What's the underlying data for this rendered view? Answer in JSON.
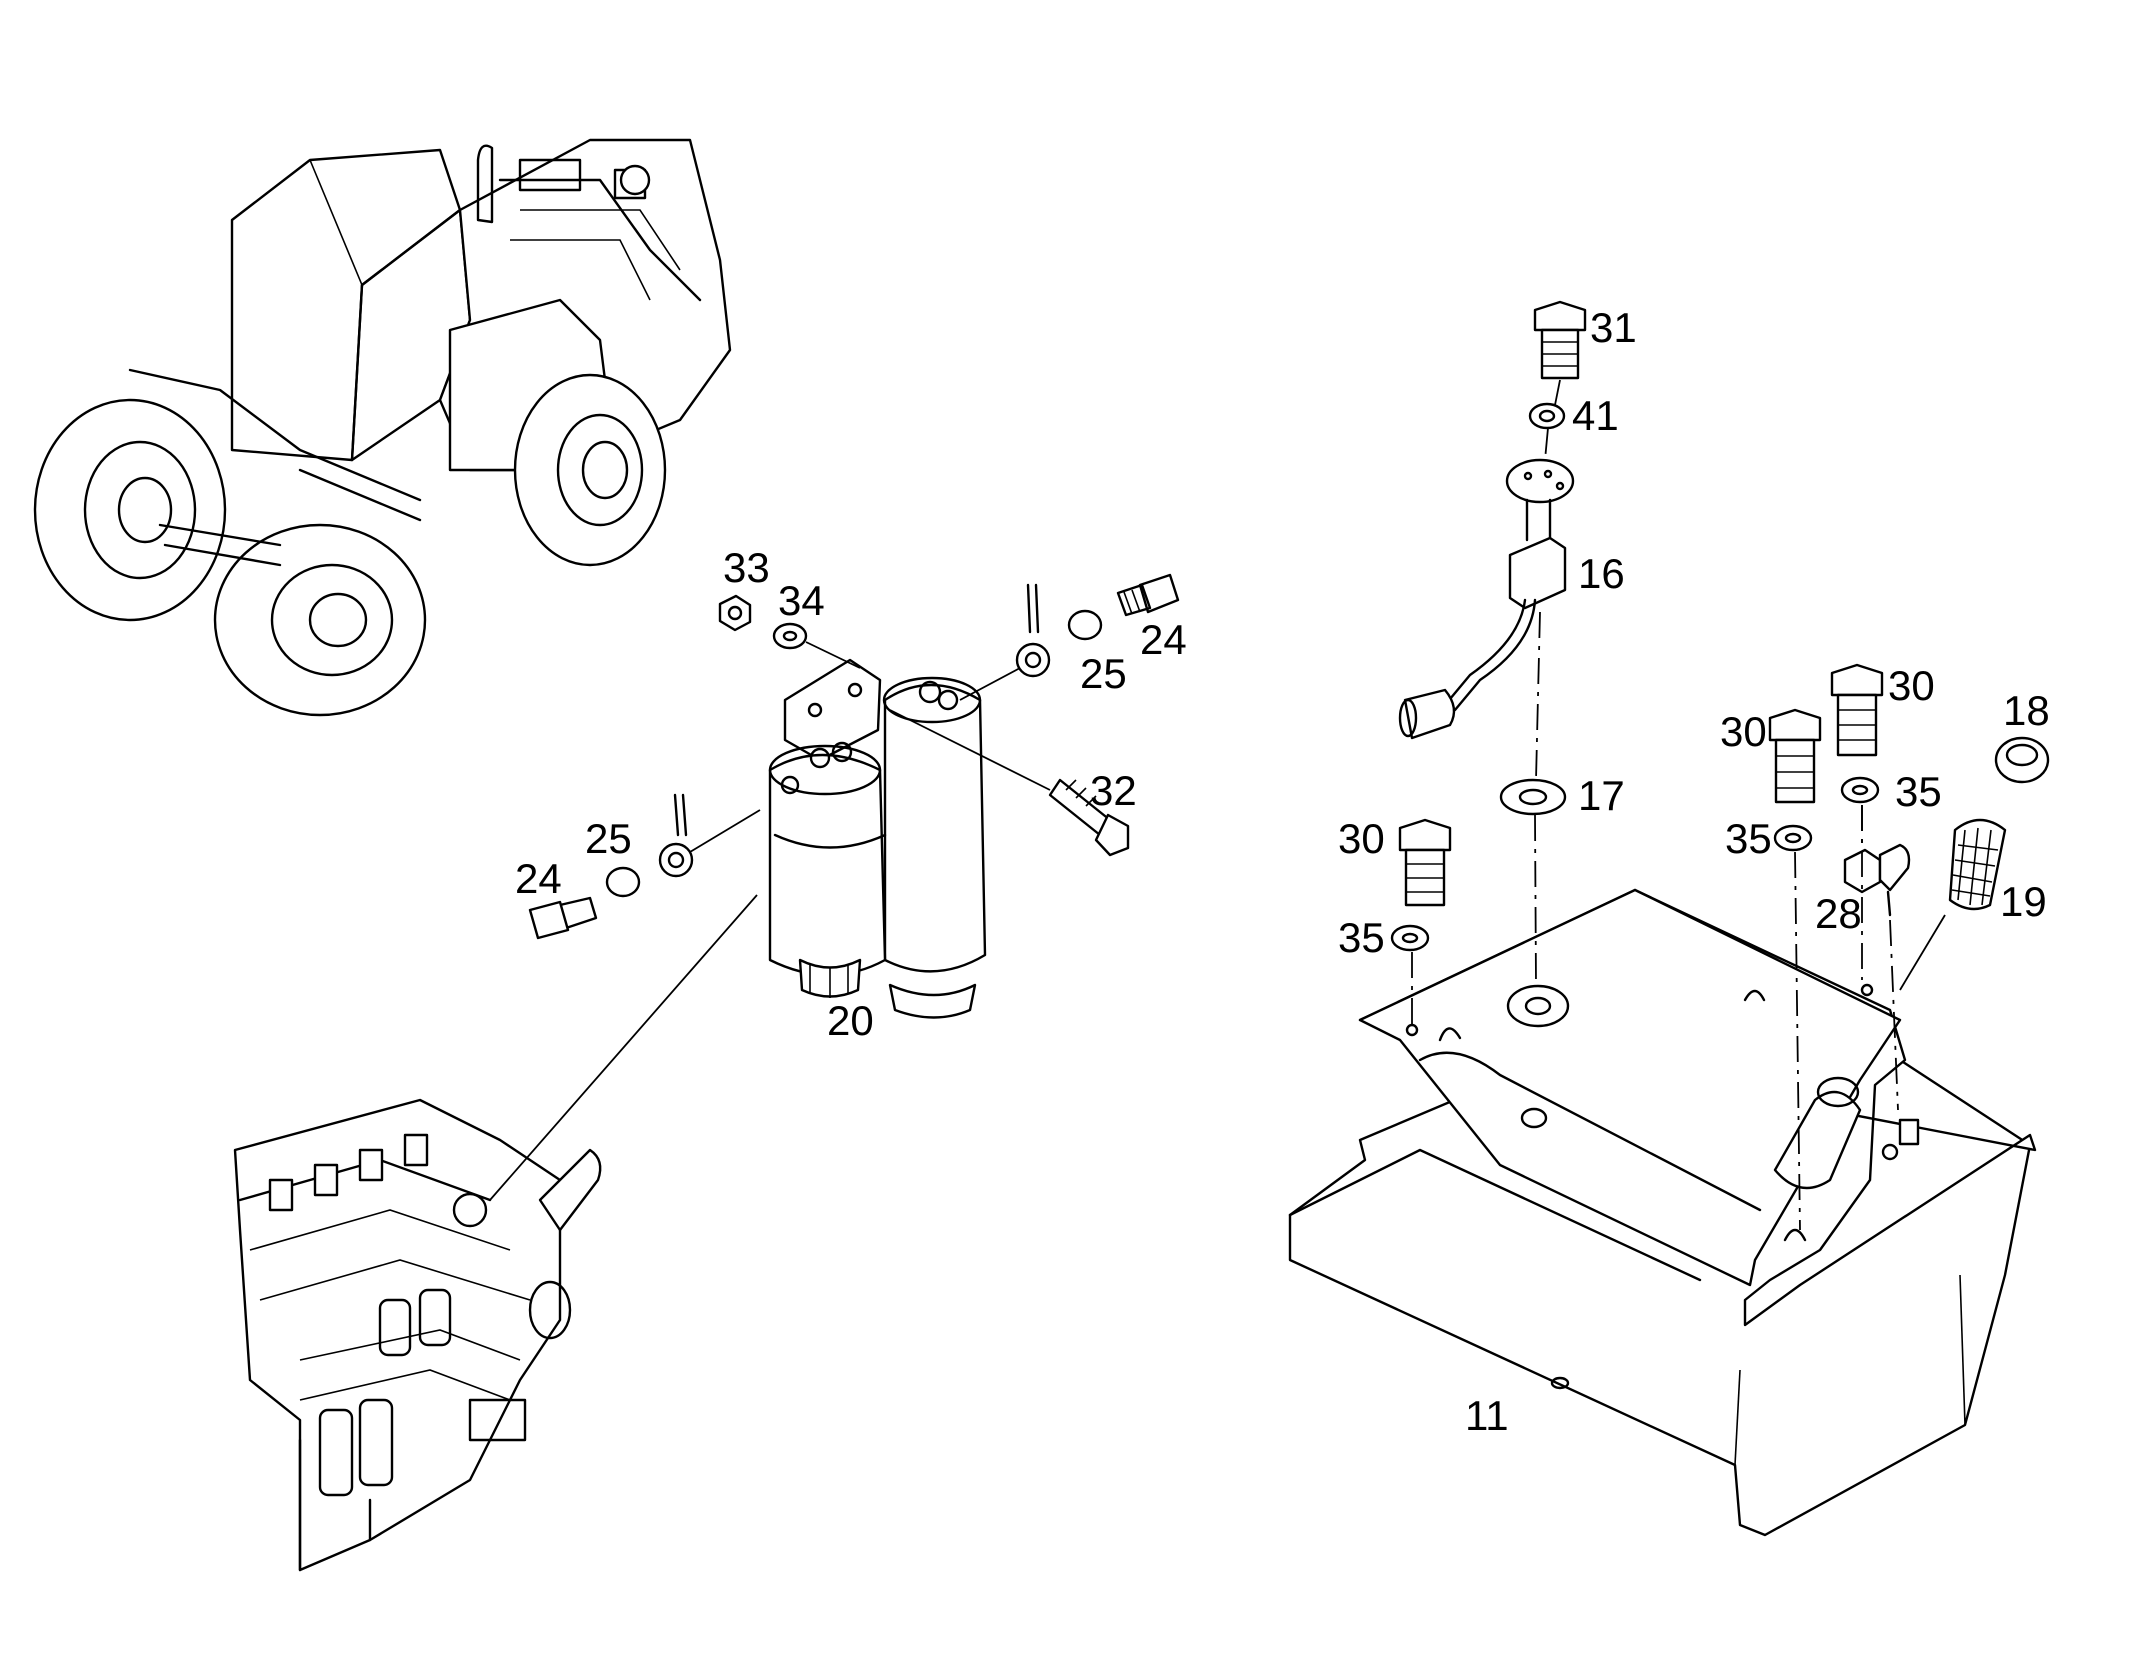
{
  "callouts": [
    {
      "id": "c31",
      "text": "31"
    },
    {
      "id": "c41",
      "text": "41"
    },
    {
      "id": "c16",
      "text": "16"
    },
    {
      "id": "c17",
      "text": "17"
    },
    {
      "id": "c30a",
      "text": "30"
    },
    {
      "id": "c30b",
      "text": "30"
    },
    {
      "id": "c30c",
      "text": "30"
    },
    {
      "id": "c35a",
      "text": "35"
    },
    {
      "id": "c35b",
      "text": "35"
    },
    {
      "id": "c35c",
      "text": "35"
    },
    {
      "id": "c18",
      "text": "18"
    },
    {
      "id": "c19",
      "text": "19"
    },
    {
      "id": "c28",
      "text": "28"
    },
    {
      "id": "c11",
      "text": "11"
    },
    {
      "id": "c33",
      "text": "33"
    },
    {
      "id": "c34",
      "text": "34"
    },
    {
      "id": "c24a",
      "text": "24"
    },
    {
      "id": "c25a",
      "text": "25"
    },
    {
      "id": "c32",
      "text": "32"
    },
    {
      "id": "c24b",
      "text": "24"
    },
    {
      "id": "c25b",
      "text": "25"
    },
    {
      "id": "c20",
      "text": "20"
    }
  ]
}
